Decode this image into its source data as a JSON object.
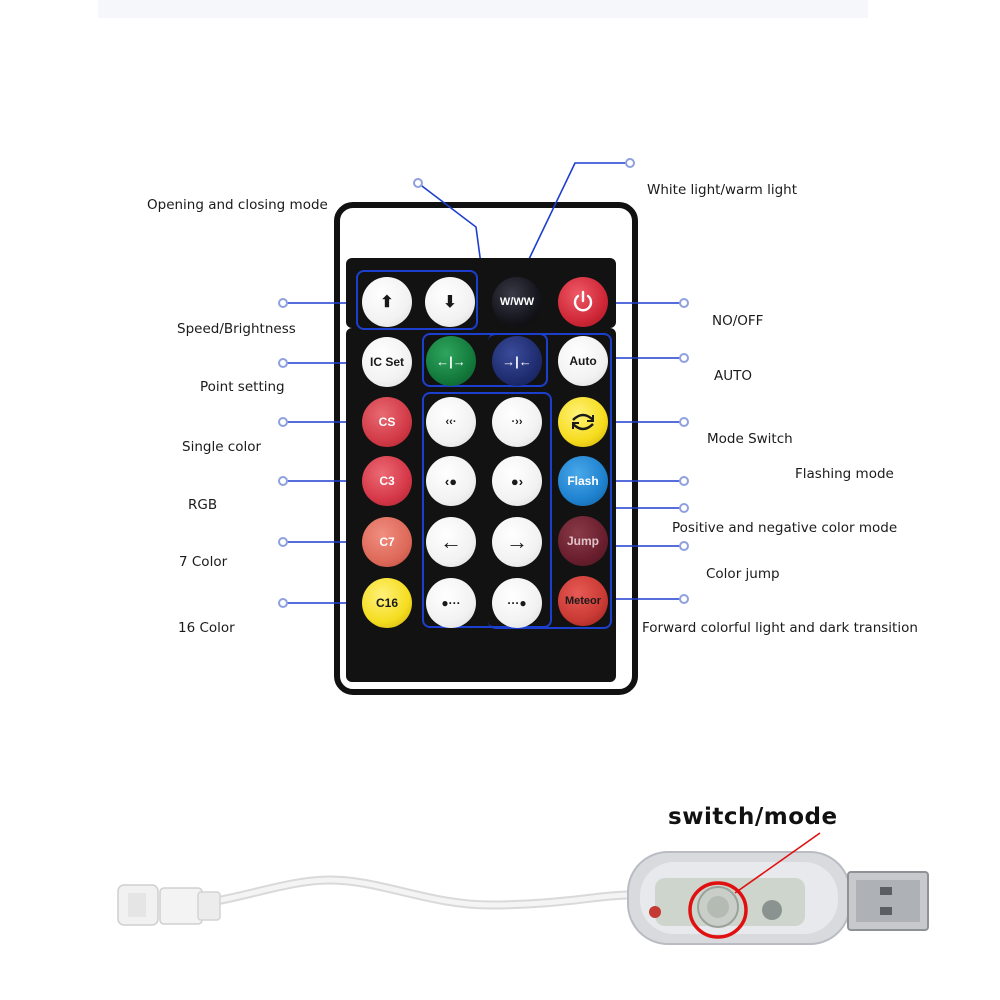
{
  "labels": {
    "opening_closing": "Opening and closing mode",
    "white_warm": "White light/warm light",
    "speed_brightness": "Speed/Brightness",
    "no_off": "NO/OFF",
    "point_setting": "Point setting",
    "auto": "AUTO",
    "single_color": "Single  color",
    "mode_switch": "Mode Switch",
    "flashing_mode": "Flashing mode",
    "rgb": "RGB",
    "pos_neg": "Positive and negative color mode",
    "seven_color": "7 Color",
    "color_jump": "Color jump",
    "sixteen_color": "16 Color",
    "forward": "Forward colorful light and dark transition",
    "switch_mode": "switch/mode"
  },
  "buttons": {
    "ww": "W/WW",
    "ic_set": "IC Set",
    "auto": "Auto",
    "cs": "CS",
    "c3": "C3",
    "c7": "C7",
    "c16": "C16",
    "flash": "Flash",
    "jump": "Jump",
    "meteor": "Meteor"
  },
  "colors": {
    "accent_blue": "#1d3fcf",
    "highlight_red": "#e01010"
  }
}
